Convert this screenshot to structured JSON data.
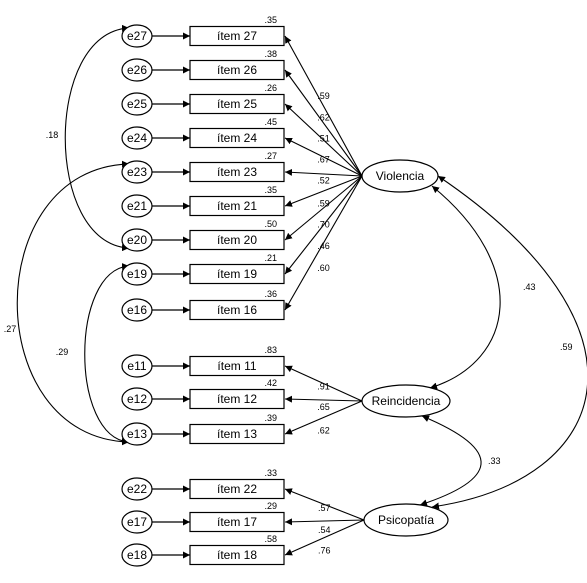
{
  "errors": [
    {
      "id": "e27",
      "label": "e27"
    },
    {
      "id": "e26",
      "label": "e26"
    },
    {
      "id": "e25",
      "label": "e25"
    },
    {
      "id": "e24",
      "label": "e24"
    },
    {
      "id": "e23",
      "label": "e23"
    },
    {
      "id": "e21",
      "label": "e21"
    },
    {
      "id": "e20",
      "label": "e20"
    },
    {
      "id": "e19",
      "label": "e19"
    },
    {
      "id": "e16",
      "label": "e16"
    },
    {
      "id": "e11",
      "label": "e11"
    },
    {
      "id": "e12",
      "label": "e12"
    },
    {
      "id": "e13",
      "label": "e13"
    },
    {
      "id": "e22",
      "label": "e22"
    },
    {
      "id": "e17",
      "label": "e17"
    },
    {
      "id": "e18",
      "label": "e18"
    }
  ],
  "items": [
    {
      "id": "i27",
      "label": "ítem 27",
      "r2": ".35",
      "loading": ".59",
      "factor": "violencia"
    },
    {
      "id": "i26",
      "label": "ítem 26",
      "r2": ".38",
      "loading": ".62",
      "factor": "violencia"
    },
    {
      "id": "i25",
      "label": "ítem 25",
      "r2": ".26",
      "loading": ".51",
      "factor": "violencia"
    },
    {
      "id": "i24",
      "label": "ítem 24",
      "r2": ".45",
      "loading": ".67",
      "factor": "violencia"
    },
    {
      "id": "i23",
      "label": "ítem 23",
      "r2": ".27",
      "loading": ".52",
      "factor": "violencia"
    },
    {
      "id": "i21",
      "label": "ítem 21",
      "r2": ".35",
      "loading": ".59",
      "factor": "violencia"
    },
    {
      "id": "i20",
      "label": "ítem 20",
      "r2": ".50",
      "loading": ".70",
      "factor": "violencia"
    },
    {
      "id": "i19",
      "label": "ítem 19",
      "r2": ".21",
      "loading": ".46",
      "factor": "violencia"
    },
    {
      "id": "i16",
      "label": "ítem 16",
      "r2": ".36",
      "loading": ".60",
      "factor": "violencia"
    },
    {
      "id": "i11",
      "label": "ítem 11",
      "r2": ".83",
      "loading": ".91",
      "factor": "reincidencia"
    },
    {
      "id": "i12",
      "label": "ítem 12",
      "r2": ".42",
      "loading": ".65",
      "factor": "reincidencia"
    },
    {
      "id": "i13",
      "label": "ítem 13",
      "r2": ".39",
      "loading": ".62",
      "factor": "reincidencia"
    },
    {
      "id": "i22",
      "label": "ítem 22",
      "r2": ".33",
      "loading": ".57",
      "factor": "psicopatia"
    },
    {
      "id": "i17",
      "label": "ítem 17",
      "r2": ".29",
      "loading": ".54",
      "factor": "psicopatia"
    },
    {
      "id": "i18",
      "label": "ítem 18",
      "r2": ".58",
      "loading": ".76",
      "factor": "psicopatia"
    }
  ],
  "factors": {
    "violencia": "Violencia",
    "reincidencia": "Reincidencia",
    "psicopatia": "Psicopatía"
  },
  "error_covariances": [
    {
      "a": "e27",
      "b": "e20",
      "value": ".18"
    },
    {
      "a": "e23",
      "b": "e13",
      "value": ".27"
    },
    {
      "a": "e19",
      "b": "e13",
      "value": ".29"
    }
  ],
  "factor_correlations": [
    {
      "a": "violencia",
      "b": "reincidencia",
      "value": ".43"
    },
    {
      "a": "violencia",
      "b": "psicopatia",
      "value": ".59"
    },
    {
      "a": "reincidencia",
      "b": "psicopatia",
      "value": ".33"
    }
  ]
}
